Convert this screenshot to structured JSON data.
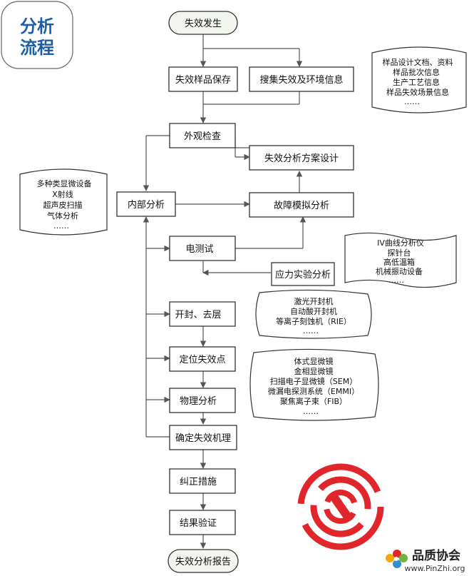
{
  "title": {
    "line1": "分析",
    "line2": "流程"
  },
  "flow": {
    "start": "失效发生",
    "preserve": "失效样品保存",
    "collect": "搜集失效及环境信息",
    "visual": "外观检查",
    "design": "失效分析方案设计",
    "internal": "内部分析",
    "simulate": "故障模拟分析",
    "electrical": "电测试",
    "stress": "应力实验分析",
    "decap": "开封、去层",
    "locate": "定位失效点",
    "physical": "物理分析",
    "mechanism": "确定失效机理",
    "corrective": "纠正措施",
    "verify": "结果验证",
    "end": "失效分析报告"
  },
  "notes": {
    "info": [
      "样品设计文档、资料",
      "样品批次信息",
      "生产工艺信息",
      "样品失效场景信息",
      "……"
    ],
    "internal_tools": [
      "多种类显微设备",
      "X射线",
      "超声皮扫描",
      "气体分析",
      "……"
    ],
    "electrical_tools": [
      "IV曲线分析仪",
      "探针台",
      "高低温箱",
      "机械振动设备",
      "……"
    ],
    "decap_tools": [
      "激光开封机",
      "自动酸开封机",
      "等离子刻蚀机（RIE）",
      "……"
    ],
    "physical_tools": [
      "体式显微镜",
      "金相显微镜",
      "扫描电子显微镜（SEM）",
      "微漏电探测系统（EMMI）",
      "聚焦离子束（FIB）",
      "……"
    ]
  },
  "brand": {
    "name": "品质协会",
    "url": "www.PinZhi.org"
  },
  "colors": {
    "title": "#1b5ea8",
    "logo_red": "#e0262a",
    "box_stroke": "#333333",
    "line": "#555555"
  }
}
